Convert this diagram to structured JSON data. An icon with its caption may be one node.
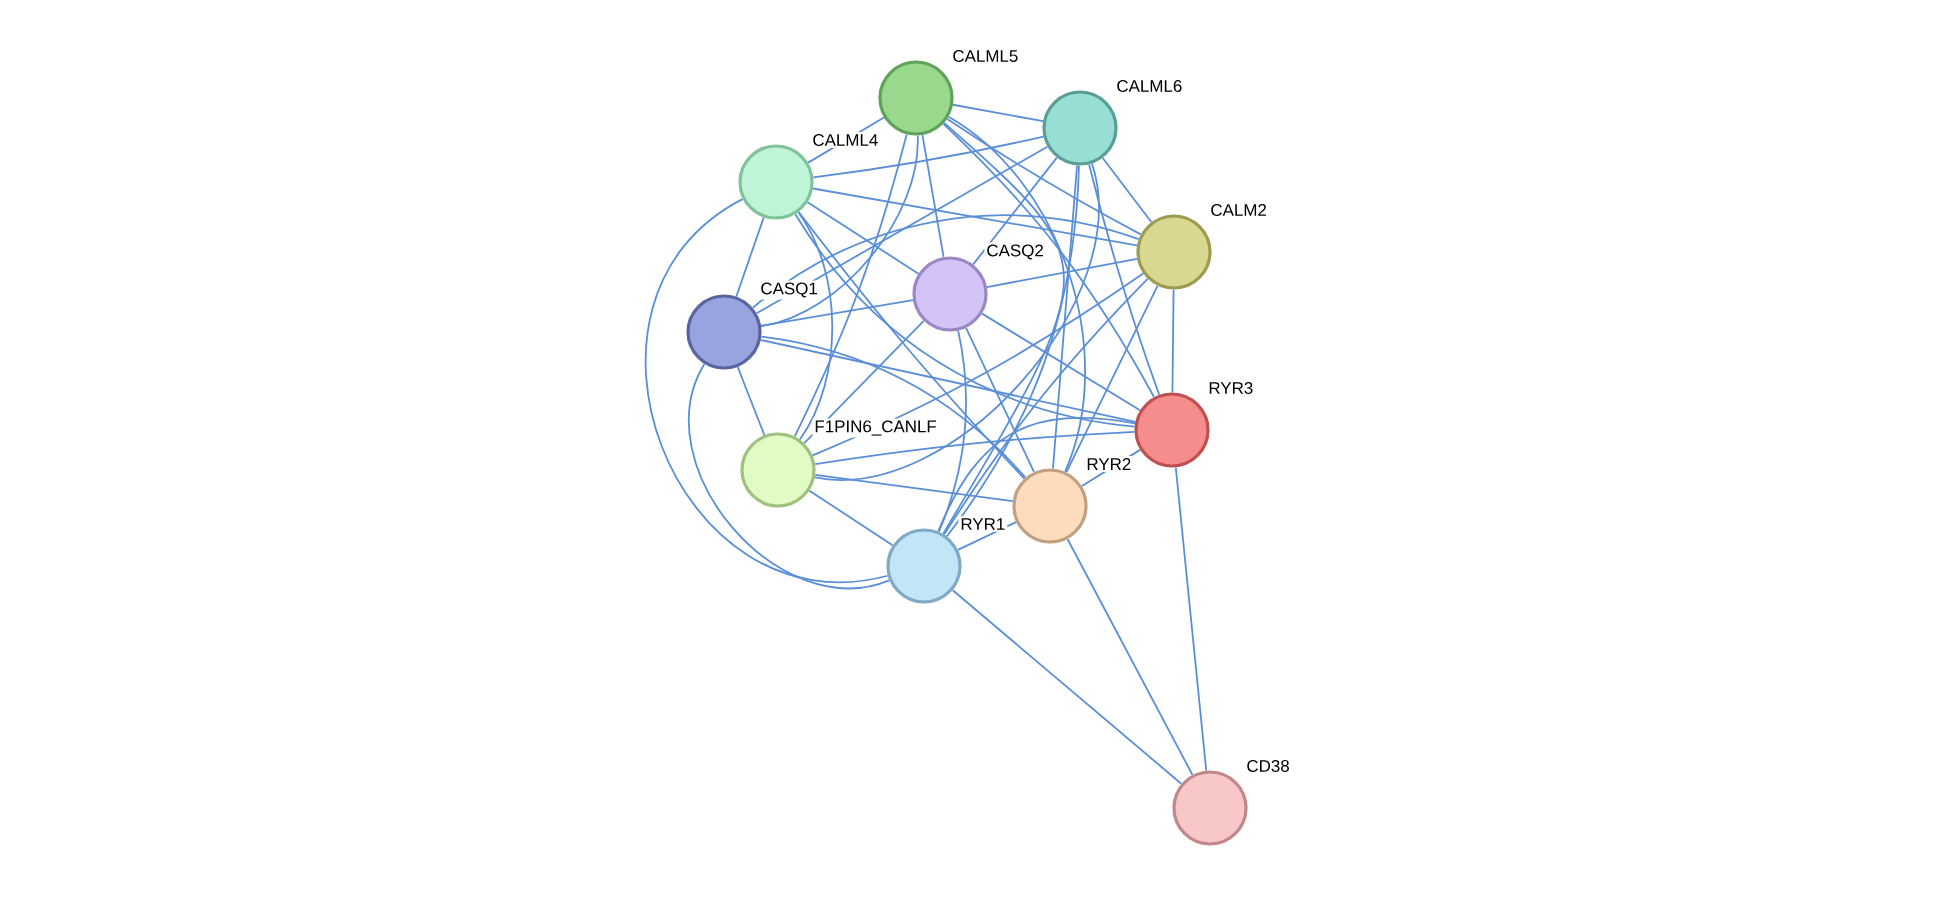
{
  "diagram": {
    "nodes": [
      {
        "text": [
          "CALML5"
        ]
      },
      {
        "text": [
          "CALML6"
        ]
      },
      {
        "text": [
          "CALML4"
        ]
      },
      {
        "text": [
          "CALM2"
        ]
      },
      {
        "text": [
          "CASQ2"
        ]
      },
      {
        "text": [
          "CASQ1"
        ]
      },
      {
        "text": [
          "RYR3"
        ]
      },
      {
        "text": [
          "F1PIN6_CANLF"
        ]
      },
      {
        "text": [
          "RYR2"
        ]
      },
      {
        "text": [
          "RYR1"
        ]
      },
      {
        "text": [
          "CD38"
        ]
      }
    ],
    "edges": [
      {
        "from": 0,
        "to": 1,
        "arrow": "none"
      },
      {
        "from": 0,
        "to": 2,
        "arrow": "none"
      },
      {
        "from": 0,
        "to": 3,
        "arrow": "none"
      },
      {
        "from": 0,
        "to": 4,
        "arrow": "none"
      },
      {
        "from": 0,
        "to": 5,
        "arrow": "none"
      },
      {
        "from": 0,
        "to": 6,
        "arrow": "none"
      },
      {
        "from": 0,
        "to": 7,
        "arrow": "none"
      },
      {
        "from": 0,
        "to": 8,
        "arrow": "none"
      },
      {
        "from": 0,
        "to": 9,
        "arrow": "none"
      },
      {
        "from": 1,
        "to": 2,
        "arrow": "none"
      },
      {
        "from": 1,
        "to": 3,
        "arrow": "none"
      },
      {
        "from": 1,
        "to": 4,
        "arrow": "none"
      },
      {
        "from": 1,
        "to": 5,
        "arrow": "none"
      },
      {
        "from": 1,
        "to": 6,
        "arrow": "none"
      },
      {
        "from": 1,
        "to": 7,
        "arrow": "none"
      },
      {
        "from": 1,
        "to": 8,
        "arrow": "none"
      },
      {
        "from": 1,
        "to": 9,
        "arrow": "none"
      },
      {
        "from": 2,
        "to": 3,
        "arrow": "none"
      },
      {
        "from": 2,
        "to": 4,
        "arrow": "none"
      },
      {
        "from": 2,
        "to": 5,
        "arrow": "none"
      },
      {
        "from": 2,
        "to": 6,
        "arrow": "none"
      },
      {
        "from": 2,
        "to": 7,
        "arrow": "none"
      },
      {
        "from": 2,
        "to": 8,
        "arrow": "none"
      },
      {
        "from": 2,
        "to": 9,
        "arrow": "none"
      },
      {
        "from": 3,
        "to": 4,
        "arrow": "none"
      },
      {
        "from": 3,
        "to": 5,
        "arrow": "none"
      },
      {
        "from": 3,
        "to": 6,
        "arrow": "none"
      },
      {
        "from": 3,
        "to": 7,
        "arrow": "none"
      },
      {
        "from": 3,
        "to": 8,
        "arrow": "none"
      },
      {
        "from": 3,
        "to": 9,
        "arrow": "none"
      },
      {
        "from": 4,
        "to": 5,
        "arrow": "none"
      },
      {
        "from": 4,
        "to": 6,
        "arrow": "none"
      },
      {
        "from": 4,
        "to": 7,
        "arrow": "none"
      },
      {
        "from": 4,
        "to": 8,
        "arrow": "none"
      },
      {
        "from": 4,
        "to": 9,
        "arrow": "none"
      },
      {
        "from": 5,
        "to": 6,
        "arrow": "none"
      },
      {
        "from": 5,
        "to": 7,
        "arrow": "none"
      },
      {
        "from": 5,
        "to": 8,
        "arrow": "none"
      },
      {
        "from": 5,
        "to": 9,
        "arrow": "none"
      },
      {
        "from": 6,
        "to": 7,
        "arrow": "none"
      },
      {
        "from": 6,
        "to": 8,
        "arrow": "none"
      },
      {
        "from": 6,
        "to": 9,
        "arrow": "none"
      },
      {
        "from": 7,
        "to": 8,
        "arrow": "none"
      },
      {
        "from": 7,
        "to": 9,
        "arrow": "none"
      },
      {
        "from": 8,
        "to": 9,
        "arrow": "none"
      },
      {
        "from": 9,
        "to": 10,
        "arrow": "none"
      },
      {
        "from": 8,
        "to": 10,
        "arrow": "none"
      },
      {
        "from": 6,
        "to": 10,
        "arrow": "none"
      }
    ]
  }
}
